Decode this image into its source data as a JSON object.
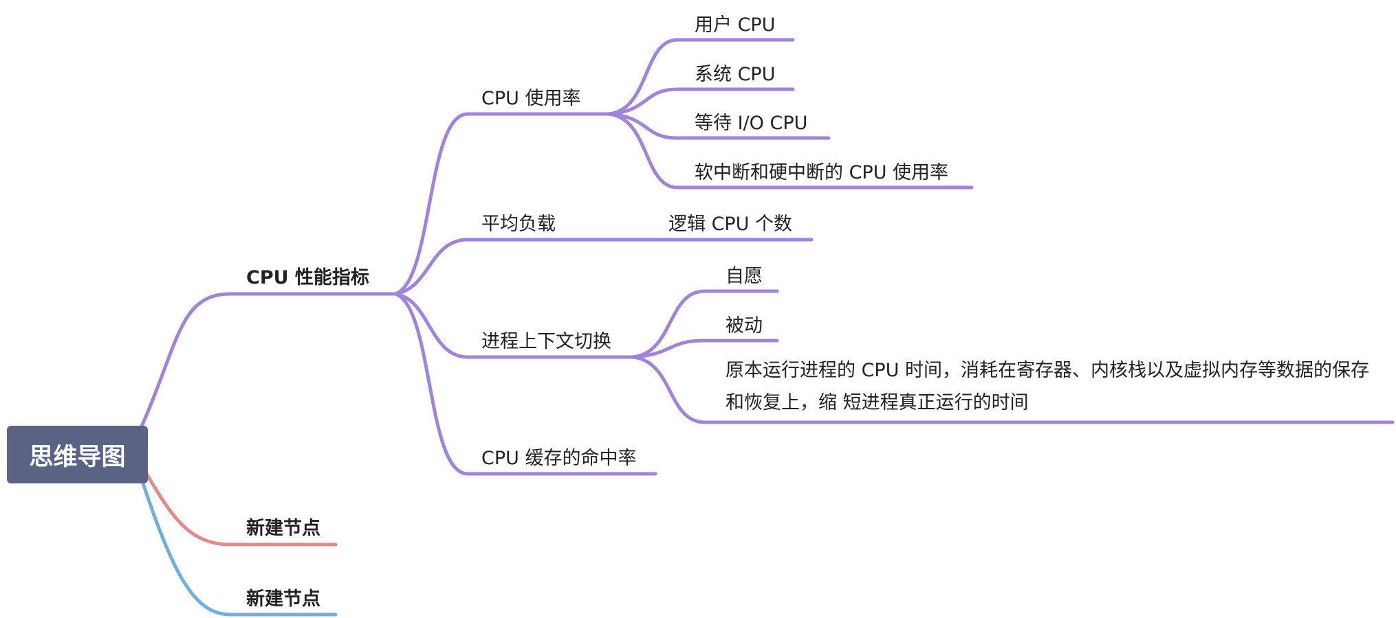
{
  "root": {
    "label": "思维导图"
  },
  "branches": [
    {
      "label": "CPU 性能指标",
      "color": "#a084dc",
      "children": [
        {
          "label": "CPU 使用率",
          "children": [
            {
              "label": "用户 CPU"
            },
            {
              "label": "系统 CPU"
            },
            {
              "label": "等待 I/O CPU"
            },
            {
              "label": "软中断和硬中断的 CPU 使用率"
            }
          ]
        },
        {
          "label": "平均负载",
          "children": [
            {
              "label": "逻辑 CPU 个数"
            }
          ]
        },
        {
          "label": "进程上下文切换",
          "children": [
            {
              "label": "自愿"
            },
            {
              "label": "被动"
            },
            {
              "label": "原本运行进程的 CPU 时间，消耗在寄存器、内核栈以及虚拟内存等数据的保存和恢复上，缩 短进程真正运行的时间"
            }
          ]
        },
        {
          "label": "CPU 缓存的命中率",
          "children": []
        }
      ]
    },
    {
      "label": "新建节点",
      "color": "#e08a8a",
      "children": []
    },
    {
      "label": "新建节点",
      "color": "#6db0e0",
      "children": []
    }
  ]
}
